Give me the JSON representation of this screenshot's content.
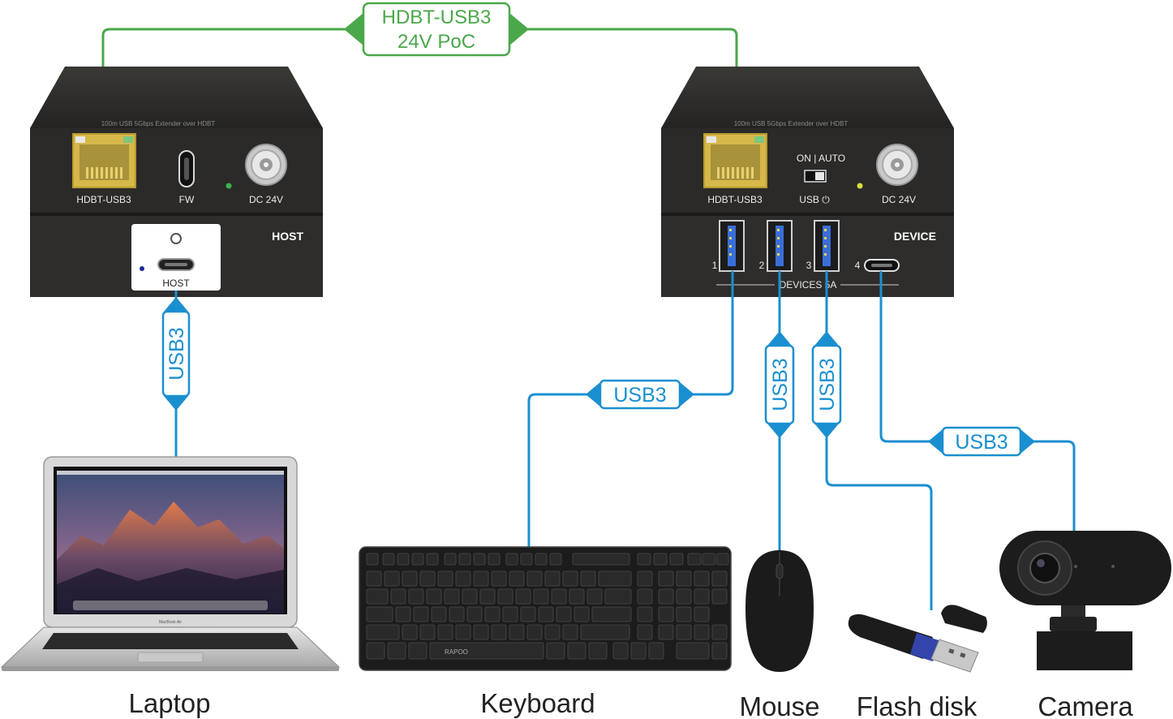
{
  "cable_top": {
    "line1": "HDBT-USB3",
    "line2": "24V PoC"
  },
  "host_unit": {
    "top_text": "100m USB 5Gbps Extender over HDBT",
    "port_hdbt": "HDBT-USB3",
    "port_fw": "FW",
    "port_dc": "DC 24V",
    "panel_title": "HOST",
    "host_port_label": "HOST"
  },
  "device_unit": {
    "top_text": "100m USB 5Gbps Extender over HDBT",
    "port_hdbt": "HDBT-USB3",
    "switch_label": "ON | AUTO",
    "usb_power_label": "USB ⏻",
    "port_dc": "DC 24V",
    "panel_title": "DEVICE",
    "port_numbers": [
      "1",
      "2",
      "3",
      "4"
    ],
    "devices_label": "DEVICES 5A"
  },
  "links": {
    "laptop": "USB3",
    "keyboard": "USB3",
    "mouse": "USB3",
    "flash": "USB3",
    "camera": "USB3"
  },
  "devices": {
    "laptop": "Laptop",
    "keyboard": "Keyboard",
    "mouse": "Mouse",
    "flash": "Flash disk",
    "camera": "Camera"
  },
  "decor": {
    "keyboard_brand": "RAPOO",
    "laptop_model": "MacBook Air"
  },
  "colors": {
    "usb_blue": "#1a8fd0",
    "hdbt_green": "#4aa84a",
    "unit_body": "#2b2a28",
    "rj45_gold": "#d6b84a"
  }
}
